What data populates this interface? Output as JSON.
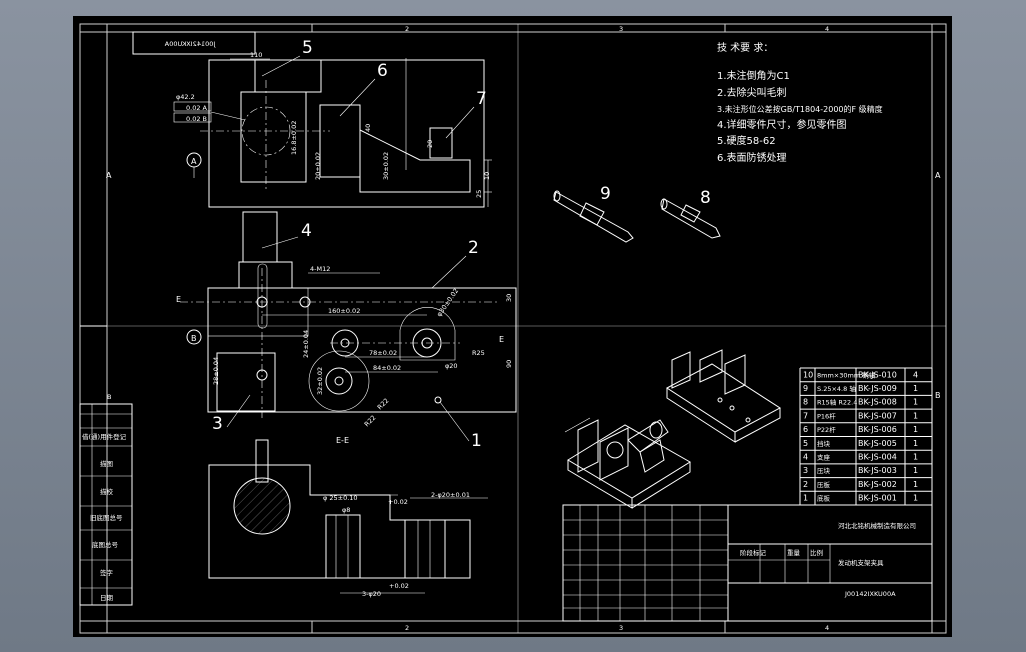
{
  "drawing": {
    "zone_numbers": [
      "2",
      "3",
      "4"
    ],
    "zone_letters": [
      "A",
      "B"
    ],
    "drawing_number": "J00142IXKU00A",
    "title_block": {
      "company": "河北北铭机械制造有限公司",
      "title": "发动机支架夹具",
      "drawing_number": "J00142IXKU00A",
      "mark_headers": [
        "阶段标记",
        "重量",
        "比例"
      ]
    },
    "tech_requirements": {
      "heading": "技 术要 求：",
      "items": [
        "1.未注倒角为C1",
        "2.去除尖叫毛刺",
        "3.未注形位公差按GB/T1804-2000的F    级精度",
        "4.详细零件尺寸，参见零件图",
        "5.硬度58-62",
        "6.表面防锈处理"
      ]
    },
    "balloons": [
      "1",
      "2",
      "3",
      "4",
      "5",
      "6",
      "7",
      "8",
      "9"
    ],
    "section_label": "E-E",
    "view_markers": [
      "A",
      "B"
    ],
    "section_marks": [
      "E",
      "E"
    ],
    "dimensions": {
      "front_top": "110",
      "gdt_1": "0.02 A",
      "gdt_2": "0.02 B",
      "gdt_circle": "φ42.2",
      "h1": "16.8±0.02",
      "h2": "20±0.02",
      "h3": "30±0.02",
      "h4": "40",
      "h5": "20",
      "h6": "25",
      "h7": "10",
      "thread": "4-M12",
      "d160": "160±0.02",
      "d78": "78±0.02",
      "d84": "84±0.02",
      "r25": "R25",
      "r22a": "R22",
      "r22b": "R22",
      "phi30": "φ30±0.02",
      "phi20a": "φ20",
      "d30": "30",
      "d90": "90",
      "d24": "24±0.04",
      "d32": "32±0.02",
      "d28": "28±0.04",
      "phi25": "φ 25±0.10",
      "phi8": "φ8",
      "phi20b": "2-φ20±0.01",
      "phi20c": "3-φ20",
      "tol1": "+0.02",
      "tol2": "+0.02"
    },
    "bom_rows": [
      {
        "no": "10",
        "name": "8mm×30mm 销轴",
        "code": "BK-JS-010",
        "qty": "4"
      },
      {
        "no": "9",
        "name": "S.25×4.8 轴",
        "code": "BK-JS-009",
        "qty": "1"
      },
      {
        "no": "8",
        "name": "R15轴 R22.4",
        "code": "BK-JS-008",
        "qty": "1"
      },
      {
        "no": "7",
        "name": "P16杆",
        "code": "BK-JS-007",
        "qty": "1"
      },
      {
        "no": "6",
        "name": "P22杆",
        "code": "BK-JS-006",
        "qty": "1"
      },
      {
        "no": "5",
        "name": "挡块",
        "code": "BK-JS-005",
        "qty": "1"
      },
      {
        "no": "4",
        "name": "支座",
        "code": "BK-JS-004",
        "qty": "1"
      },
      {
        "no": "3",
        "name": "压块",
        "code": "BK-JS-003",
        "qty": "1"
      },
      {
        "no": "2",
        "name": "压板",
        "code": "BK-JS-002",
        "qty": "1"
      },
      {
        "no": "1",
        "name": "底板",
        "code": "BK-JS-001",
        "qty": "1"
      }
    ],
    "sidebar_labels": [
      "B",
      "借(通)用件登记",
      "描图",
      "描校",
      "旧底图总号",
      "底图总号",
      "签字",
      "日期"
    ],
    "colors": {
      "background": "#000000",
      "lines": "#ffffff",
      "frame_bg": "#7b8592"
    }
  }
}
